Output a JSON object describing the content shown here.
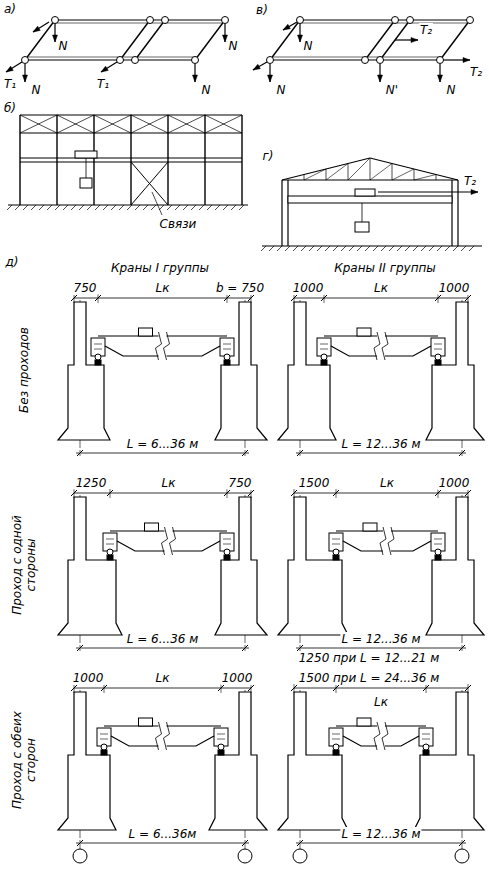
{
  "diagram": {
    "labels": [
      "а)",
      "N",
      "N",
      "T₁",
      "N",
      "T₁",
      "N",
      "в)",
      "N",
      "T₂",
      "N",
      "N'",
      "N",
      "T₂",
      "б)",
      "Связи",
      "г)",
      "T₂",
      "д)",
      "Краны I группы",
      "Краны II группы",
      "Без проходов",
      "Проход с одной стороны",
      "Проход с обеих сторон",
      "750",
      "Lк",
      "b = 750",
      "L = 6...36 м",
      "1000",
      "Lк",
      "1000",
      "L = 12...36 м",
      "1250",
      "Lк",
      "750",
      "L = 6...36 м",
      "1500",
      "Lк",
      "1000",
      "L = 12...36 м",
      "1250",
      "при L = 12...21 м",
      "1000",
      "Lк",
      "1000",
      "L = 6...36м",
      "1500",
      "при L = 24...36 м",
      "Lк",
      "L = 12...36 м"
    ]
  }
}
